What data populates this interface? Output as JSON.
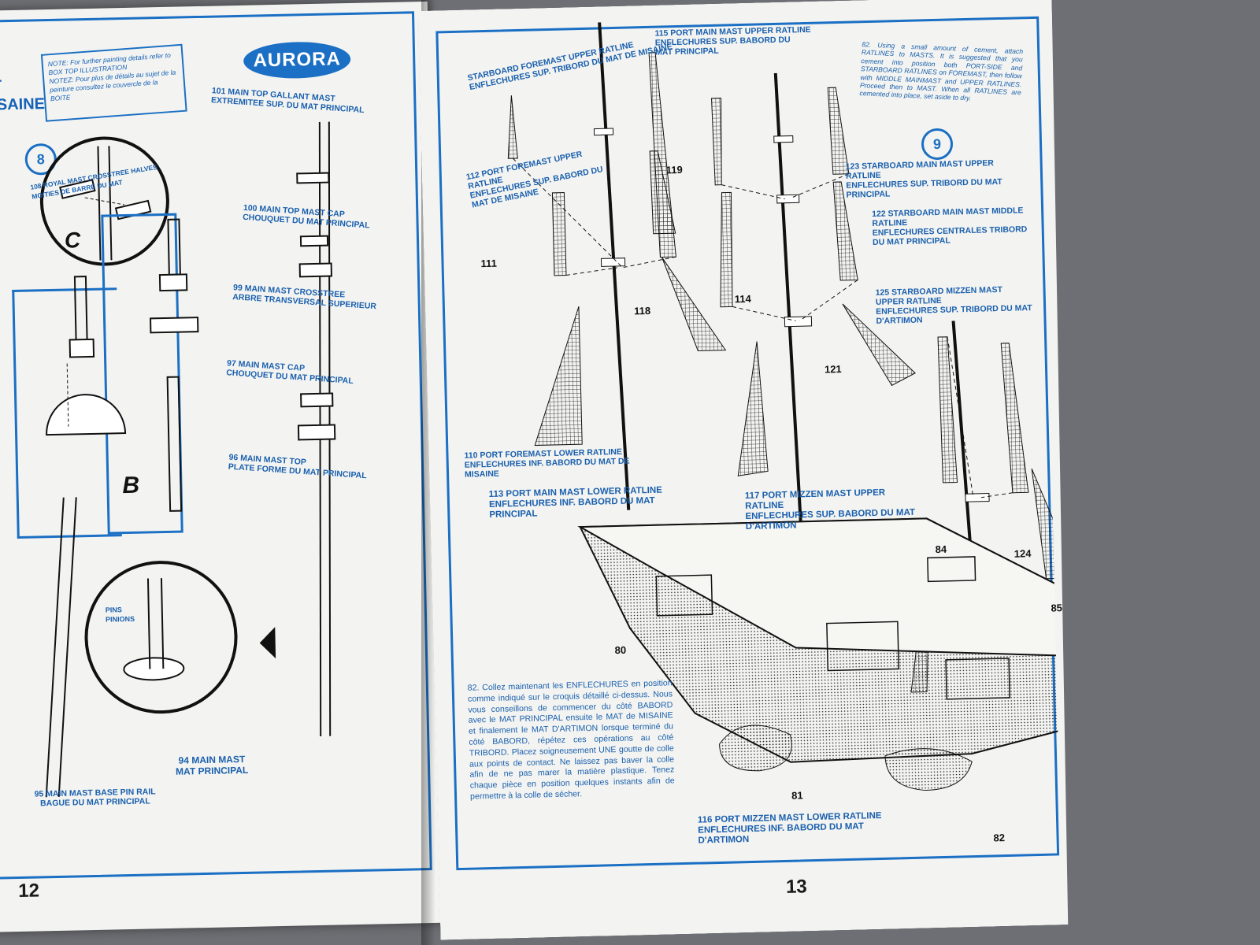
{
  "left_page": {
    "logo": "AURORA",
    "note_en": "NOTE: For further painting details refer to BOX TOP ILLUSTRATION",
    "note_fr": "NOTEZ: Pour plus de détails au sujet de la peinture consultez le couvercle de la BOITE",
    "title_line1": "T",
    "title_line2": "ISAINE",
    "step": "8",
    "letter_c": "C",
    "letter_b": "B",
    "page_number": "12",
    "labels": [
      {
        "en": "101 MAIN TOP GALLANT MAST",
        "fr": "EXTREMITEE SUP. DU MAT PRINCIPAL"
      },
      {
        "en": "108 ROYAL MAST CROSSTREE HALVES",
        "fr": "MOITIES DE BARRE DU MAT"
      },
      {
        "en": "100 MAIN TOP MAST CAP",
        "fr": "CHOUQUET DU MAT PRINCIPAL"
      },
      {
        "en": "99 MAIN MAST CROSSTREE",
        "fr": "ARBRE TRANSVERSAL SUPERIEUR"
      },
      {
        "en": "97 MAIN MAST CAP",
        "fr": "CHOUQUET DU MAT PRINCIPAL"
      },
      {
        "en": "96 MAIN MAST TOP",
        "fr": "PLATE FORME DU MAT PRINCIPAL"
      },
      {
        "en": "PINS",
        "fr": "PINIONS"
      },
      {
        "en": "94 MAIN MAST",
        "fr": "MAT PRINCIPAL"
      },
      {
        "en": "95 MAIN MAST BASE PIN RAIL",
        "fr": "BAGUE DU MAT PRINCIPAL"
      }
    ]
  },
  "right_page": {
    "step": "9",
    "page_number": "13",
    "instruction_en": "82. Using a small amount of cement, attach RATLINES to MASTS. It is suggested that you cement into position both PORT-SIDE and STARBOARD RATLINES on FOREMAST, then follow with MIDDLE MAINMAST and UPPER RATLINES. Proceed then to MAST. When all RATLINES are cemented into place, set aside to dry.",
    "instruction_fr": "82. Collez maintenant les ENFLECHURES en position comme indiqué sur le croquis détaillé ci-dessus. Nous vous conseillons de commencer du côté BABORD avec le MAT PRINCIPAL ensuite le MAT de MISAINE et finalement le MAT D'ARTIMON lorsque terminé du côté BABORD, répétez ces opérations au côté TRIBORD. Placez soigneusement UNE goutte de colle aux points de contact. Ne laissez pas baver la colle afin de ne pas marer la matière plastique. Tenez chaque pièce en position quelques instants afin de permettre à la colle de sécher.",
    "labels": [
      {
        "en": "STARBOARD FOREMAST UPPER RATLINE",
        "fr": "ENFLECHURES SUP. TRIBORD DU MAT DE MISAINE"
      },
      {
        "en": "115 PORT MAIN MAST UPPER RATLINE",
        "fr": "ENFLECHURES SUP. BABORD DU MAT PRINCIPAL"
      },
      {
        "en": "112 PORT FOREMAST UPPER RATLINE",
        "fr": "ENFLECHURES SUP. BABORD DU MAT DE MISAINE"
      },
      {
        "en": "123 STARBOARD MAIN MAST UPPER RATLINE",
        "fr": "ENFLECHURES SUP. TRIBORD DU MAT PRINCIPAL"
      },
      {
        "en": "122 STARBOARD MAIN MAST MIDDLE RATLINE",
        "fr": "ENFLECHURES CENTRALES TRIBORD DU MAT PRINCIPAL"
      },
      {
        "en": "125 STARBOARD MIZZEN MAST UPPER RATLINE",
        "fr": "ENFLECHURES SUP. TRIBORD DU MAT D'ARTIMON"
      },
      {
        "en": "110 PORT FOREMAST LOWER RATLINE",
        "fr": "ENFLECHURES INF. BABORD DU MAT DE MISAINE"
      },
      {
        "en": "113 PORT MAIN MAST LOWER RATLINE",
        "fr": "ENFLECHURES INF. BABORD DU MAT PRINCIPAL"
      },
      {
        "en": "117 PORT MIZZEN MAST UPPER RATLINE",
        "fr": "ENFLECHURES SUP. BABORD DU MAT D'ARTIMON"
      },
      {
        "en": "116 PORT MIZZEN MAST LOWER RATLINE",
        "fr": "ENFLECHURES INF. BABORD DU MAT D'ARTIMON"
      }
    ],
    "callouts": [
      "119",
      "111",
      "118",
      "114",
      "121",
      "84",
      "124",
      "85",
      "80",
      "81",
      "82"
    ]
  }
}
